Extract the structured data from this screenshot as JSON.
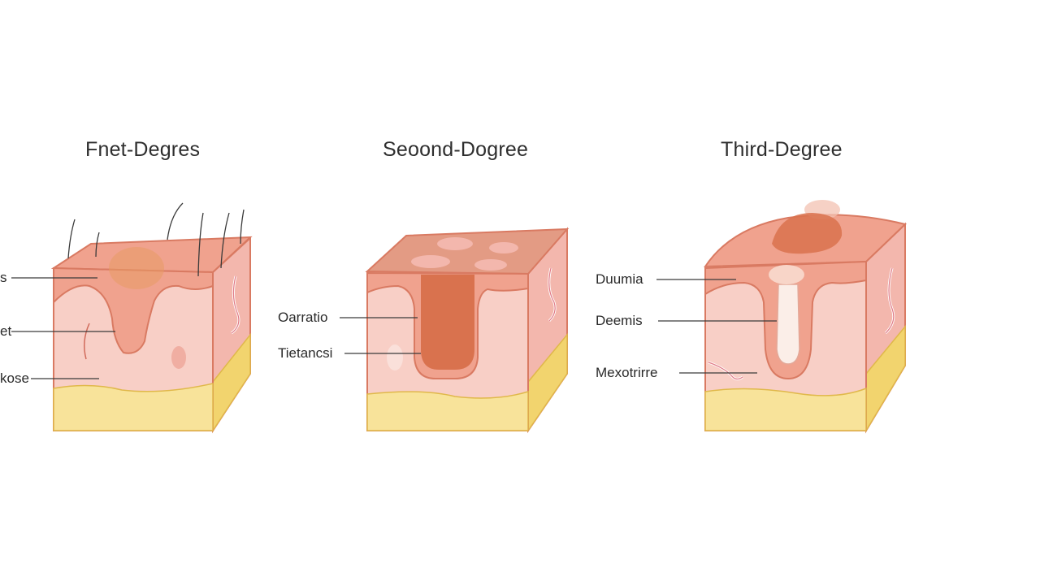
{
  "panels": [
    {
      "title": "Fnet-Degres",
      "labels": [
        "s",
        "et",
        "kose"
      ]
    },
    {
      "title": "Seoond-Dogree",
      "labels": [
        "Oarratio",
        "Tietancsi"
      ]
    },
    {
      "title": "Third-Degree",
      "labels": [
        "Duumia",
        "Deemis",
        "Mexotrirre"
      ]
    }
  ],
  "colors": {
    "epidermis": "#f0a28e",
    "dermis": "#f8cfc6",
    "dermis_side": "#f3b7ad",
    "fat": "#f8e39a",
    "fat_side": "#f2d46e",
    "burn": "#d9724e",
    "outline": "#d97a62"
  }
}
